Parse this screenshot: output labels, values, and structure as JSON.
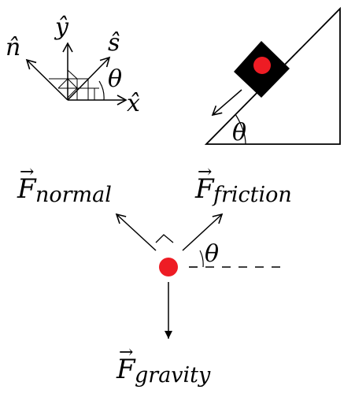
{
  "colors": {
    "ink": "#000000",
    "ball": "#ee1c24",
    "block": "#000000",
    "background": "#ffffff"
  },
  "axes": {
    "n_hat": "n̂",
    "y_hat": "ŷ",
    "s_hat": "ŝ",
    "x_hat": "x̂",
    "theta": "θ"
  },
  "incline": {
    "theta": "θ"
  },
  "forces": {
    "normal": {
      "symbol": "F",
      "subscript": "normal"
    },
    "friction": {
      "symbol": "F",
      "subscript": "friction"
    },
    "gravity": {
      "symbol": "F",
      "subscript": "gravity"
    },
    "theta": "θ"
  }
}
